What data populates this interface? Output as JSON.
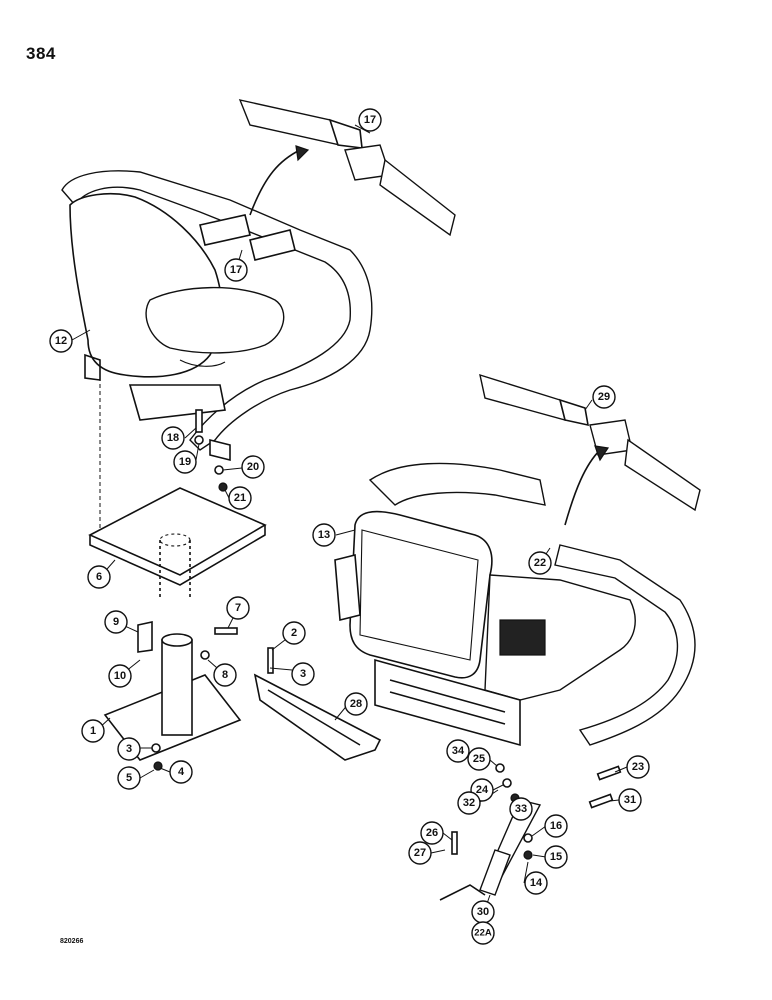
{
  "page_number": "384",
  "figure_code": "820266",
  "callouts": [
    {
      "id": "c17a",
      "label": "17"
    },
    {
      "id": "c17b",
      "label": "17"
    },
    {
      "id": "c12",
      "label": "12"
    },
    {
      "id": "c18",
      "label": "18"
    },
    {
      "id": "c19",
      "label": "19"
    },
    {
      "id": "c20",
      "label": "20"
    },
    {
      "id": "c21",
      "label": "21"
    },
    {
      "id": "c29",
      "label": "29"
    },
    {
      "id": "c13",
      "label": "13"
    },
    {
      "id": "c22",
      "label": "22"
    },
    {
      "id": "c6",
      "label": "6"
    },
    {
      "id": "c7",
      "label": "7"
    },
    {
      "id": "c2",
      "label": "2"
    },
    {
      "id": "c9",
      "label": "9"
    },
    {
      "id": "c8",
      "label": "8"
    },
    {
      "id": "c3a",
      "label": "3"
    },
    {
      "id": "c10",
      "label": "10"
    },
    {
      "id": "c28",
      "label": "28"
    },
    {
      "id": "c1",
      "label": "1"
    },
    {
      "id": "c3b",
      "label": "3"
    },
    {
      "id": "c4",
      "label": "4"
    },
    {
      "id": "c5",
      "label": "5"
    },
    {
      "id": "c34",
      "label": "34"
    },
    {
      "id": "c25",
      "label": "25"
    },
    {
      "id": "c23",
      "label": "23"
    },
    {
      "id": "c24",
      "label": "24"
    },
    {
      "id": "c32",
      "label": "32"
    },
    {
      "id": "c33",
      "label": "33"
    },
    {
      "id": "c31",
      "label": "31"
    },
    {
      "id": "c16",
      "label": "16"
    },
    {
      "id": "c26",
      "label": "26"
    },
    {
      "id": "c27",
      "label": "27"
    },
    {
      "id": "c15",
      "label": "15"
    },
    {
      "id": "c14",
      "label": "14"
    },
    {
      "id": "c30",
      "label": "30"
    },
    {
      "id": "c22a",
      "label": "22A"
    }
  ]
}
